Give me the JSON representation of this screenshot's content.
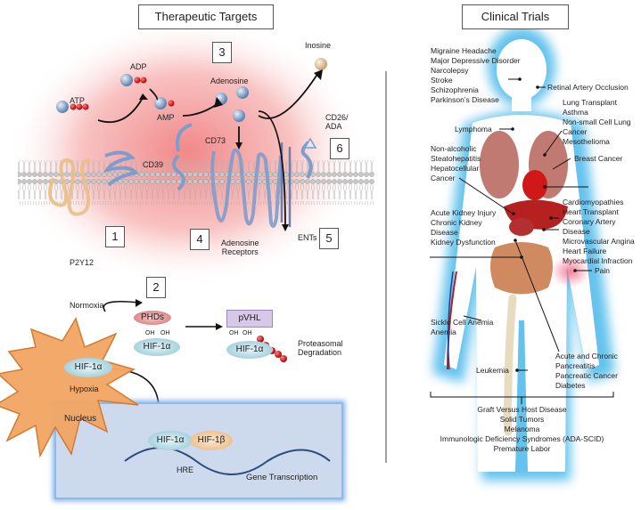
{
  "left": {
    "title": "Therapeutic Targets",
    "membrane": {
      "atp": "ATP",
      "adp": "ADP",
      "amp": "AMP",
      "adenosine": "Adenosine",
      "inosine": "Inosine",
      "cd39": "CD39",
      "cd73": "CD73",
      "cd26": "CD26/\nADA",
      "p2y12": "P2Y12",
      "adenosine_receptors": "Adenosine\nReceptors",
      "ents": "ENTs",
      "num1": "1",
      "num3": "3",
      "num4": "4",
      "num5": "5",
      "num6": "6"
    },
    "hif": {
      "num2": "2",
      "normoxia": "Normoxia",
      "phds": "PHDs",
      "pvhl": "pVHL",
      "oh1": "OH",
      "oh2": "OH",
      "oh3": "OH",
      "oh4": "OH",
      "hif1a_a": "HIF-1α",
      "hif1a_b": "HIF-1α",
      "hif1a_c": "HIF-1α",
      "hif1a_d": "HIF-1α",
      "hif1b": "HIF-1β",
      "proteasomal": "Proteasomal\nDegradation",
      "hypoxia": "Hypoxia",
      "nucleus": "Nucleus",
      "hre": "HRE",
      "gene_transcription": "Gene Transcription"
    }
  },
  "right": {
    "title": "Clinical Trials",
    "groups": {
      "neuro": [
        "Migraine Headache",
        "Major Depressive Disorder",
        "Narcolepsy",
        "Stroke",
        "Schizophrenia",
        "Parkinson’s Disease"
      ],
      "retinal": [
        "Retinal Artery Occlusion"
      ],
      "lung": [
        "Lung Transplant",
        "Asthma",
        "Non-small Cell Lung",
        "Cancer",
        "Mesothelioma"
      ],
      "lymphoma": [
        "Lymphoma"
      ],
      "liver": [
        "Non-alcoholic",
        "Steatohepatitis",
        "Hepatocellular",
        "Cancer"
      ],
      "breast": [
        "Breast Cancer"
      ],
      "heart": [
        "Cardiomyopathies",
        "Heart Transplant",
        "Coronary Artery",
        "Disease",
        "Microvascular Angina",
        "Heart Failure",
        "Myocardial Infraction"
      ],
      "kidney": [
        "Acute Kidney Injury",
        "Chronic Kidney",
        "Disease",
        "Kidney Dysfunction"
      ],
      "sickle": [
        "Sickle Cell Anemia",
        "Anemia"
      ],
      "pain": [
        "Pain"
      ],
      "pancreas": [
        "Acute and Chronic",
        "Pancreatitis",
        "Pancreatic Cancer",
        "Diabetes"
      ],
      "leukemia": [
        "Leukemia"
      ],
      "systemic": [
        "Graft Versus Host Disease",
        "Solid Tumors",
        "Melanoma",
        "Immunologic Deficiency Syndromes (ADA-SCID)",
        "Premature Labor"
      ]
    }
  }
}
